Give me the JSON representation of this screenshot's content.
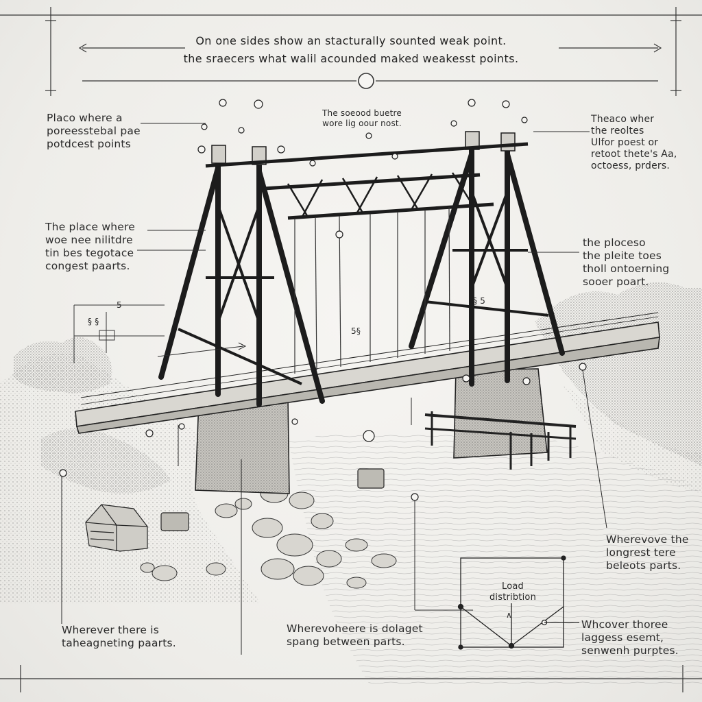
{
  "header": {
    "line1": "On one sides show an stacturally sounted weak  point.",
    "line2": "the sraecers what walil acounded maked weakesst points."
  },
  "notes": {
    "top_left": "Placo where a\nporeesstebal pae\npotdcest points",
    "top_center": "The soeood buetre\nwore lig oour nost.",
    "top_right": "Theaco wher\nthe reoltes\nUlfor poest or\nretoot thete's Aa,\noctoess, prders.",
    "mid_left": "The place where\nwoe nee nilitdre\ntin bes tegotace\ncongest paarts.",
    "mid_right": "the ploceso\nthe pleite toes\ntholl ontoerning\nsooer poart.",
    "lower_right": "Wherevove the\nlongrest tere\nbeleots parts.",
    "bottom_left": "Wherever there is\ntaheagneting paarts.",
    "bottom_center": "Wherevoheere is dolaget\nspang between parts.",
    "bottom_right": "Whcover thoree\nlaggess esemt,\nsenwenh purptes."
  },
  "load_box": {
    "title": "Load\ndistribtion",
    "arrow": "∧"
  },
  "scribbles": {
    "s1": "5",
    "s2": "§ §",
    "s3": "5§",
    "s4": "§ 5"
  }
}
